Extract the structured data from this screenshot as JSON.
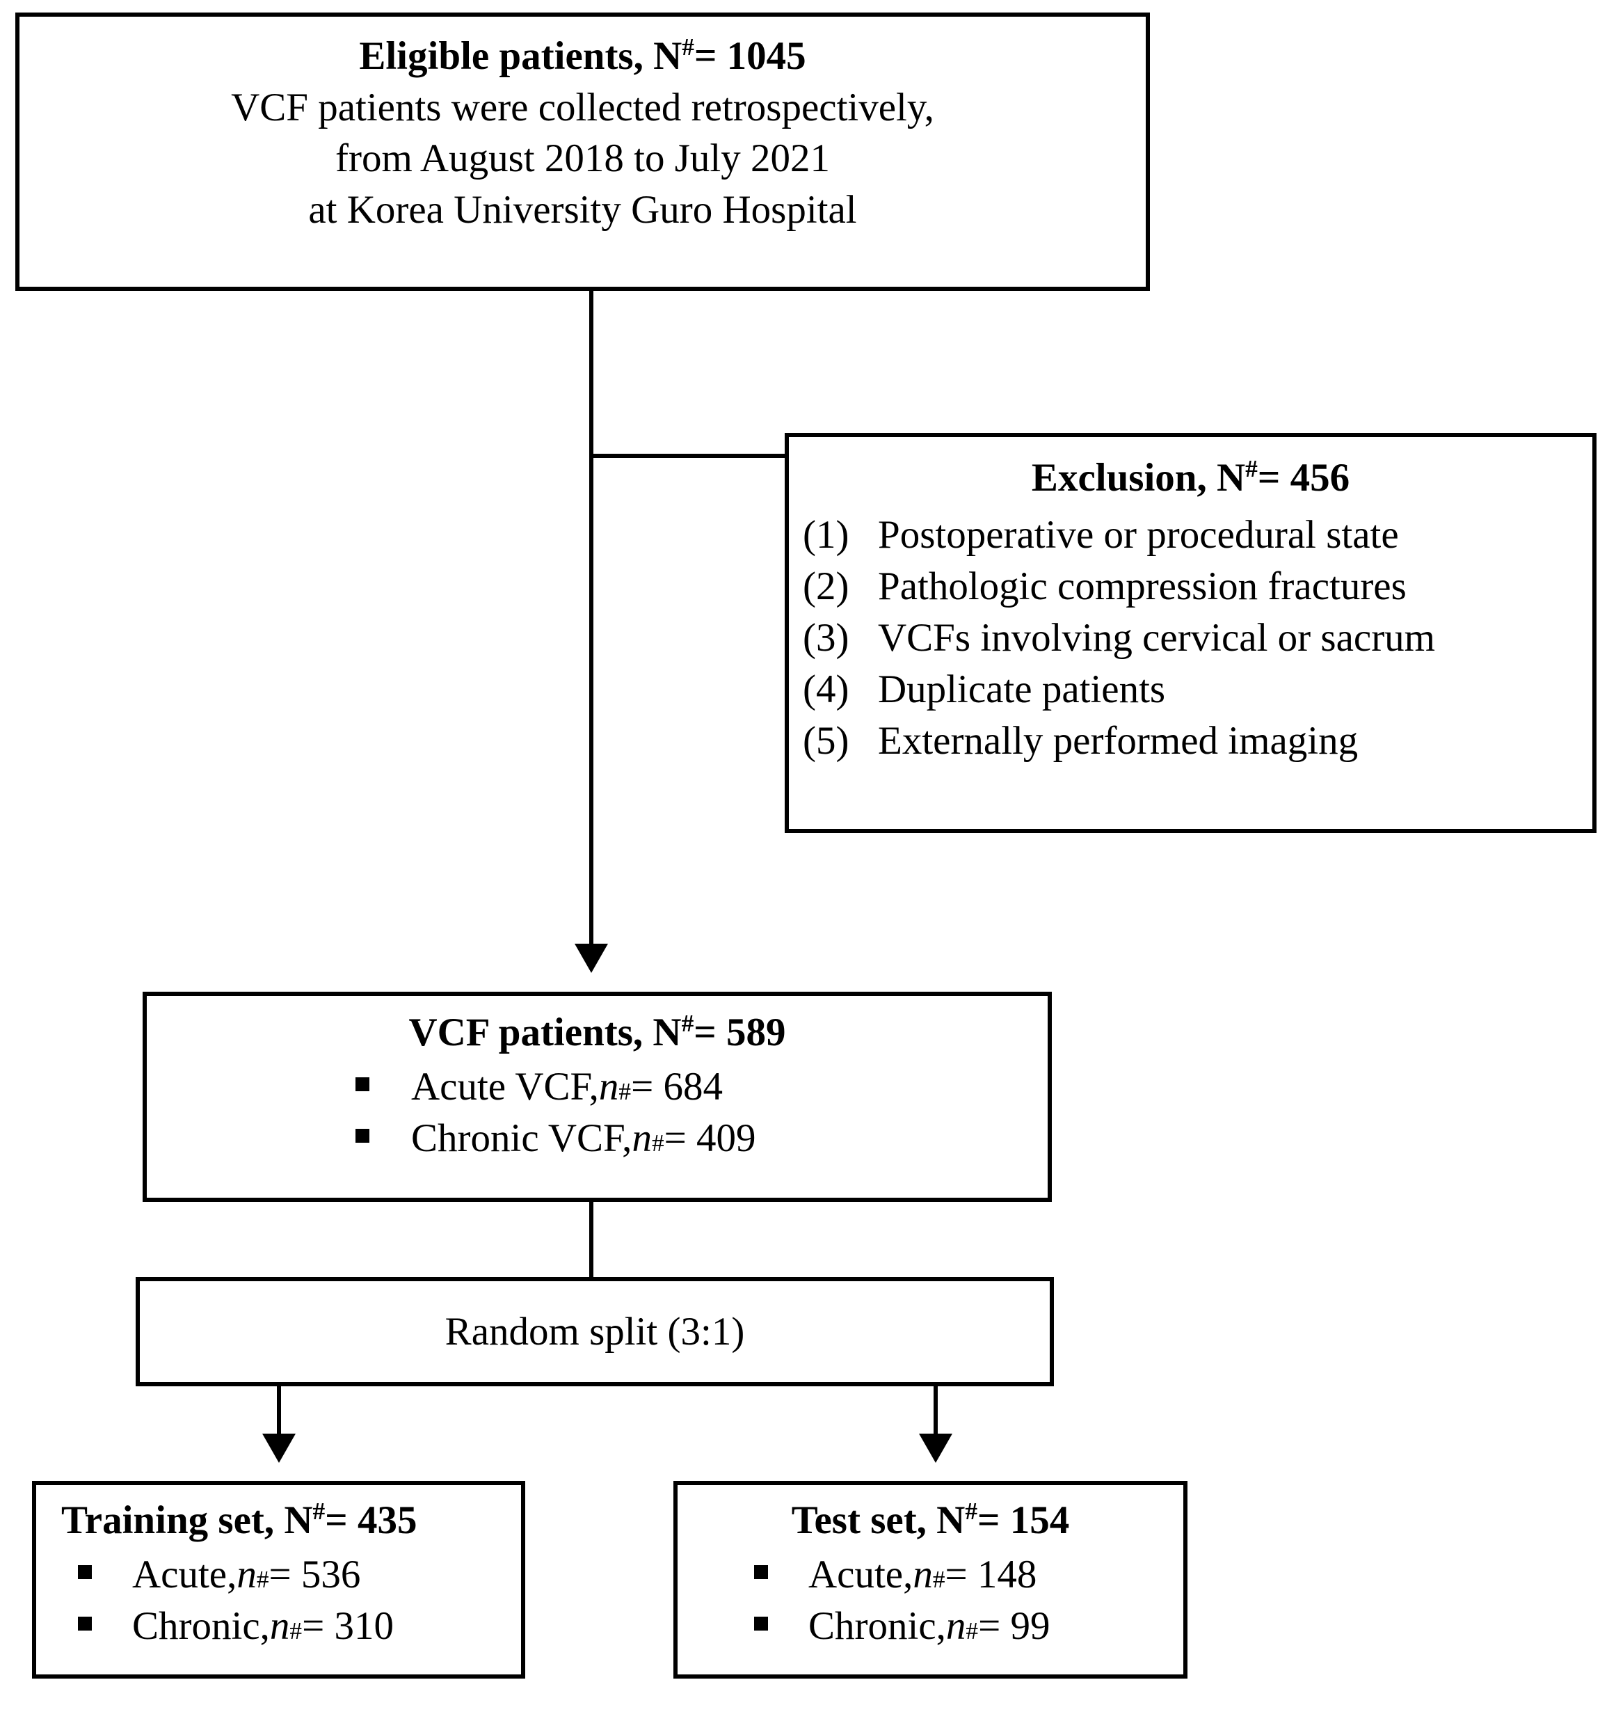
{
  "figure": {
    "type": "flowchart",
    "title": "Patient selection flow diagram",
    "colors": {
      "stroke": "#000000",
      "background": "#ffffff",
      "text": "#000000"
    }
  },
  "boxes": {
    "eligible": {
      "heading_text": "Eligible patients, N",
      "heading_sup": "#",
      "heading_value": "= 1045",
      "line2": "VCF patients were collected retrospectively,",
      "line3": "from August 2018 to July 2021",
      "line4": "at Korea University Guro Hospital"
    },
    "exclusion": {
      "heading_text": "Exclusion, N",
      "heading_sup": "#",
      "heading_value": "= 456",
      "items": [
        {
          "num": "(1)",
          "label": "Postoperative or procedural state"
        },
        {
          "num": "(2)",
          "label": "Pathologic compression fractures"
        },
        {
          "num": "(3)",
          "label": "VCFs involving cervical or sacrum"
        },
        {
          "num": "(4)",
          "label": "Duplicate patients"
        },
        {
          "num": "(5)",
          "label": "Externally performed imaging"
        }
      ]
    },
    "vcf_patients": {
      "heading_text": "VCF patients, N",
      "heading_sup": "#",
      "heading_value": "= 589",
      "items": [
        {
          "label": "Acute VCF, ",
          "symbol": "n",
          "sup": "#",
          "value": "= 684"
        },
        {
          "label": "Chronic VCF, ",
          "symbol": "n",
          "sup": "#",
          "value": "= 409"
        }
      ]
    },
    "random_split": {
      "label": "Random split (3:1)"
    },
    "training_set": {
      "heading_text": "Training set, N",
      "heading_sup": "#",
      "heading_value": "= 435",
      "items": [
        {
          "label": "Acute, ",
          "symbol": "n",
          "sup": "#",
          "value": "= 536"
        },
        {
          "label": "Chronic, ",
          "symbol": "n",
          "sup": "#",
          "value": "= 310"
        }
      ]
    },
    "test_set": {
      "heading_text": "Test set, N",
      "heading_sup": "#",
      "heading_value": "= 154",
      "items": [
        {
          "label": "Acute, ",
          "symbol": "n",
          "sup": "#",
          "value": "= 148"
        },
        {
          "label": "Chronic, ",
          "symbol": "n",
          "sup": "#",
          "value": "= 99"
        }
      ]
    }
  }
}
